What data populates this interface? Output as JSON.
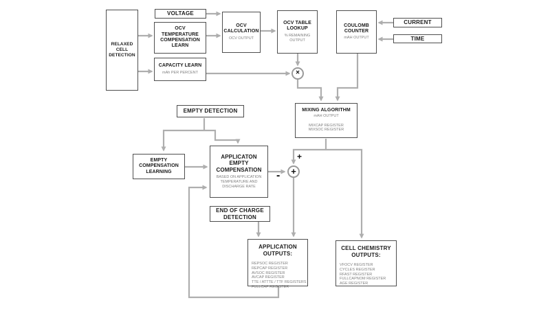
{
  "diagram": {
    "boxes": {
      "relaxed_cell_detection": {
        "title": "RELAXED\nCELL\nDETECTION"
      },
      "voltage": {
        "title": "VOLTAGE"
      },
      "ocv_temperature_compensation_learn": {
        "title": "OCV\nTEMPERATURE\nCOMPENSATION\nLEARN"
      },
      "ocv_calculation": {
        "title": "OCV\nCALCULATION",
        "subtitle": "OCV OUTPUT"
      },
      "ocv_table_lookup": {
        "title": "OCV TABLE\nLOOKUP",
        "subtitle": "% REMAINING\nOUTPUT"
      },
      "coulomb_counter": {
        "title": "COULOMB\nCOUNTER",
        "subtitle": "mAH OUTPUT"
      },
      "current": {
        "title": "CURRENT"
      },
      "time": {
        "title": "TIME"
      },
      "capacity_learn": {
        "title": "CAPACITY LEARN",
        "subtitle": "mAh PER PERCENT"
      },
      "mixing_algorithm": {
        "title": "MIXING ALGORITHM",
        "subtitle": "mAH OUTPUT",
        "registers": "MIXCAP REGISTER\nMIXSOC REGISTER"
      },
      "empty_detection": {
        "title": "EMPTY DETECTION"
      },
      "empty_compensation_learning": {
        "title": "EMPTY\nCOMPENSATION\nLEARNING"
      },
      "application_empty_compensation": {
        "title": "APPLICATON\nEMPTY\nCOMPENSATION",
        "subtitle": "BASED ON APPLICATION\nTEMPERATURE AND\nDISCHARGE RATE"
      },
      "end_of_charge_detection": {
        "title": "END OF CHARGE\nDETECTION"
      },
      "application_outputs": {
        "title": "APPLICATION\nOUTPUTS:",
        "registers": "REPSOC REGISTER\nREPCAP REGISTER\nAVSOC REGISTER\nAVCAP REGISTER\nTTE / ATTTE / TTF REGISTERS\nFULLCAP REGISTER"
      },
      "cell_chemistry_outputs": {
        "title": "CELL CHEMISTRY\nOUTPUTS:",
        "registers": "VFOCV REGISTER\nCYCLES REGISTER\nRFAST REGISTER\nFULLCAPNOM REGISTER\nAGE REGISTER"
      }
    },
    "operators": {
      "multiply": "×",
      "sum": "+",
      "plus_label": "+",
      "minus_label": "-"
    },
    "colors": {
      "line": "#aeaeae",
      "border": "#4d4d4d",
      "title": "#1a1a1a",
      "subtitle": "#7f7f7f"
    }
  }
}
